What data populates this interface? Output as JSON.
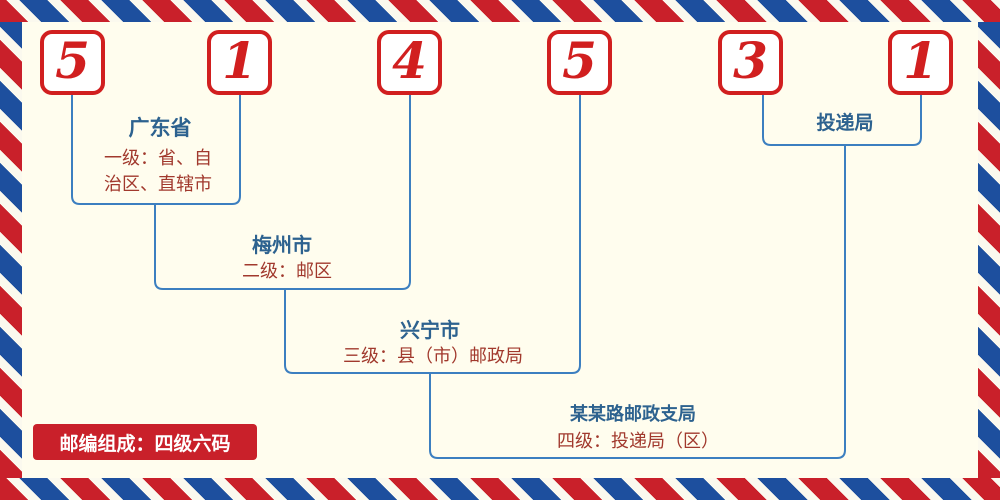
{
  "code": {
    "value": "514531",
    "digits": [
      "5",
      "1",
      "4",
      "5",
      "3",
      "1"
    ]
  },
  "levels": [
    {
      "name": "广东省",
      "desc": "一级：省、自\n治区、直辖市"
    },
    {
      "name": "梅州市",
      "desc": "二级：邮区"
    },
    {
      "name": "兴宁市",
      "desc": "三级：县（市）邮政局"
    },
    {
      "name": "某某路邮政支局",
      "desc": "四级：投递局（区）"
    },
    {
      "name": "投递局"
    }
  ],
  "footer": {
    "composition": "邮编组成：四级六码"
  },
  "colors": {
    "background": "#fffdee",
    "digit_red": "#d11f1f",
    "line_blue": "#3c7fc0",
    "name_blue": "#2d628f",
    "desc_red": "#a1392d",
    "banner_red": "#c9202a",
    "stripe_red": "#c9202a",
    "stripe_blue": "#1d4f9e",
    "stripe_gap": "#fbf9ee"
  }
}
